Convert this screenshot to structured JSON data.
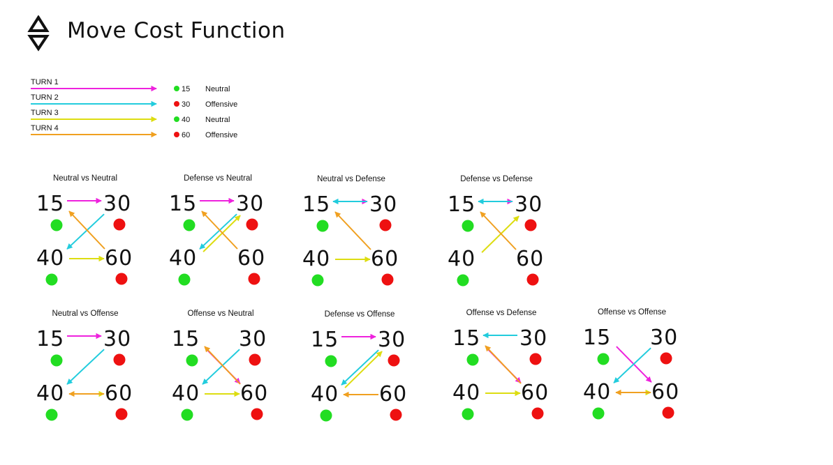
{
  "header": {
    "title": "Move Cost Function",
    "logo_icon": "double-triangle-logo-icon"
  },
  "colors": {
    "turn1": "#ee22dd",
    "turn2": "#22ccdd",
    "turn3": "#dddd11",
    "turn4": "#f0a020",
    "green": "#22dd22",
    "red": "#ee1111"
  },
  "legend": {
    "turns": [
      {
        "label": "TURN 1",
        "color": "#ee22dd"
      },
      {
        "label": "TURN 2",
        "color": "#22ccdd"
      },
      {
        "label": "TURN 3",
        "color": "#dddd11"
      },
      {
        "label": "TURN 4",
        "color": "#f0a020"
      }
    ],
    "values": [
      {
        "value": "15",
        "dot": "#22dd22",
        "stance": "Neutral"
      },
      {
        "value": "30",
        "dot": "#ee1111",
        "stance": "Offensive"
      },
      {
        "value": "40",
        "dot": "#22dd22",
        "stance": "Neutral"
      },
      {
        "value": "60",
        "dot": "#ee1111",
        "stance": "Offensive"
      }
    ]
  },
  "numbers": {
    "tl": "15",
    "tr": "30",
    "bl": "40",
    "br": "60"
  },
  "panels": [
    {
      "title": "Neutral vs Neutral",
      "arrows": [
        {
          "turn": 1,
          "from": "tl",
          "to": "tr"
        },
        {
          "turn": 2,
          "from": "tr",
          "to": "bl"
        },
        {
          "turn": 3,
          "from": "bl",
          "to": "br"
        },
        {
          "turn": 4,
          "from": "br",
          "to": "tl"
        }
      ]
    },
    {
      "title": "Defense vs Neutral",
      "arrows": [
        {
          "turn": 1,
          "from": "tl",
          "to": "tr"
        },
        {
          "turn": 2,
          "from": "tr",
          "to": "bl"
        },
        {
          "turn": 3,
          "from": "bl",
          "to": "tr"
        },
        {
          "turn": 4,
          "from": "br",
          "to": "tl"
        }
      ]
    },
    {
      "title": "Neutral vs Defense",
      "arrows": [
        {
          "turn": 1,
          "from": "tl",
          "to": "tr"
        },
        {
          "turn": 2,
          "from": "tr",
          "to": "tl"
        },
        {
          "turn": 3,
          "from": "bl",
          "to": "br"
        },
        {
          "turn": 4,
          "from": "br",
          "to": "tl"
        }
      ]
    },
    {
      "title": "Defense vs Defense",
      "arrows": [
        {
          "turn": 1,
          "from": "tl",
          "to": "tr"
        },
        {
          "turn": 2,
          "from": "tr",
          "to": "tl"
        },
        {
          "turn": 3,
          "from": "bl",
          "to": "tr"
        },
        {
          "turn": 4,
          "from": "br",
          "to": "tl"
        }
      ]
    },
    {
      "title": "Neutral vs Offense",
      "arrows": [
        {
          "turn": 1,
          "from": "tl",
          "to": "tr"
        },
        {
          "turn": 2,
          "from": "tr",
          "to": "bl"
        },
        {
          "turn": 3,
          "from": "bl",
          "to": "br"
        },
        {
          "turn": 4,
          "from": "br",
          "to": "bl"
        }
      ]
    },
    {
      "title": "Offense vs Neutral",
      "arrows": [
        {
          "turn": 1,
          "from": "tl",
          "to": "br"
        },
        {
          "turn": 2,
          "from": "tr",
          "to": "bl"
        },
        {
          "turn": 3,
          "from": "bl",
          "to": "br"
        },
        {
          "turn": 4,
          "from": "br",
          "to": "tl"
        }
      ]
    },
    {
      "title": "Defense vs Offense",
      "arrows": [
        {
          "turn": 1,
          "from": "tl",
          "to": "tr"
        },
        {
          "turn": 2,
          "from": "tr",
          "to": "bl"
        },
        {
          "turn": 3,
          "from": "bl",
          "to": "tr"
        },
        {
          "turn": 4,
          "from": "br",
          "to": "bl"
        }
      ]
    },
    {
      "title": "Offense vs Defense",
      "arrows": [
        {
          "turn": 1,
          "from": "tl",
          "to": "br"
        },
        {
          "turn": 2,
          "from": "tr",
          "to": "tl"
        },
        {
          "turn": 3,
          "from": "bl",
          "to": "br"
        },
        {
          "turn": 4,
          "from": "br",
          "to": "tl"
        }
      ]
    },
    {
      "title": "Offense vs Offense",
      "arrows": [
        {
          "turn": 1,
          "from": "tl",
          "to": "br"
        },
        {
          "turn": 2,
          "from": "tr",
          "to": "bl"
        },
        {
          "turn": 3,
          "from": "bl",
          "to": "br"
        },
        {
          "turn": 4,
          "from": "br",
          "to": "bl"
        }
      ]
    }
  ]
}
